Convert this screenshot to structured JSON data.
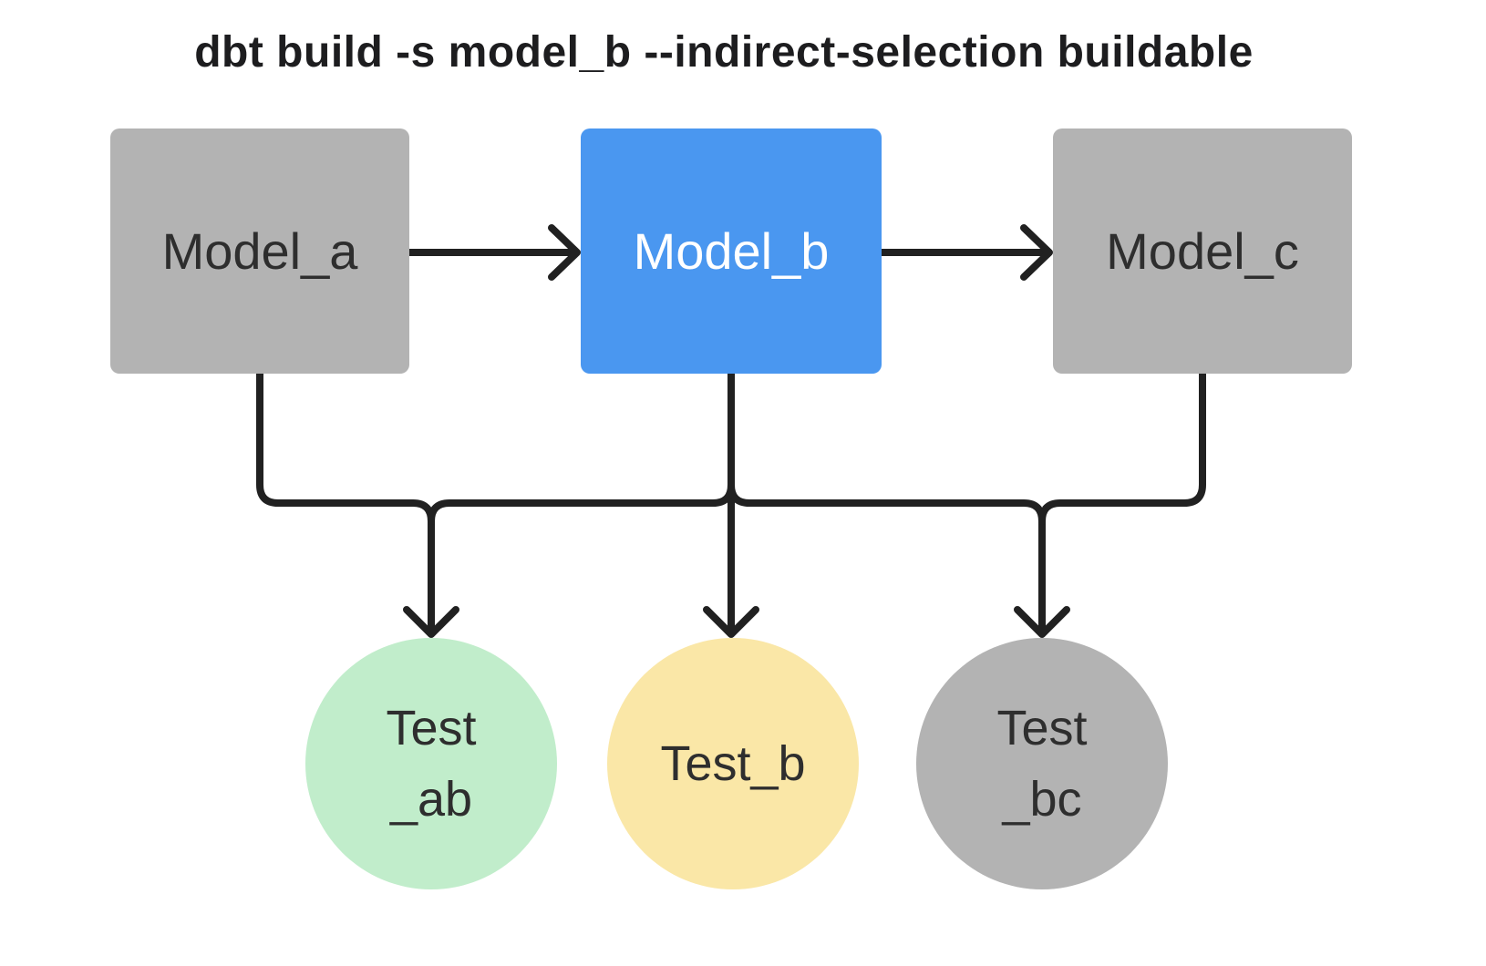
{
  "title": "dbt build -s model_b --indirect-selection buildable",
  "colors": {
    "background": "#ffffff",
    "selected_model_blue": "#4a97f0",
    "unselected_gray": "#b3b3b3",
    "indirect_test_green": "#c1edcb",
    "direct_test_yellow": "#fae7a7",
    "edge_stroke": "#212121",
    "title_text": "#1d1d1f",
    "node_text_dark": "#2e2e2e",
    "node_text_light": "#ffffff"
  },
  "nodes": {
    "model_a": {
      "label": "Model_a",
      "fill": "#b3b3b3",
      "shape": "rect"
    },
    "model_b": {
      "label": "Model_b",
      "fill": "#4a97f0",
      "shape": "rect",
      "selected": true
    },
    "model_c": {
      "label": "Model_c",
      "fill": "#b3b3b3",
      "shape": "rect"
    },
    "test_ab": {
      "label_lines": [
        "Test",
        "_ab"
      ],
      "fill": "#c1edcb",
      "shape": "circle"
    },
    "test_b": {
      "label_lines": [
        "Test_b"
      ],
      "fill": "#fae7a7",
      "shape": "circle"
    },
    "test_bc": {
      "label_lines": [
        "Test",
        "_bc"
      ],
      "fill": "#b3b3b3",
      "shape": "circle"
    }
  },
  "edges": [
    {
      "from": "model_a",
      "to": "model_b"
    },
    {
      "from": "model_b",
      "to": "model_c"
    },
    {
      "from": "model_a",
      "to": "test_ab"
    },
    {
      "from": "model_b",
      "to": "test_ab"
    },
    {
      "from": "model_b",
      "to": "test_b"
    },
    {
      "from": "model_b",
      "to": "test_bc"
    },
    {
      "from": "model_c",
      "to": "test_bc"
    }
  ]
}
